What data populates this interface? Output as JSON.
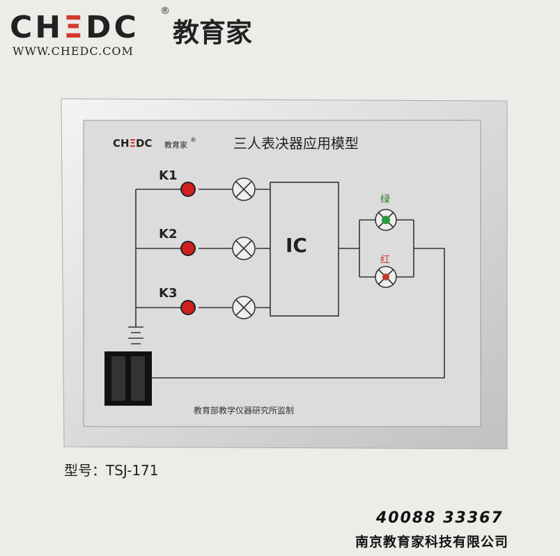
{
  "brand": {
    "logo": "CHEDC",
    "registered": "®",
    "chinese": "教育家",
    "website": "WWW.CHEDC.COM"
  },
  "board": {
    "logo": "CHEDC",
    "logo_cn": "教育家",
    "registered": "®",
    "title": "三人表决器应用模型",
    "switches": [
      "K1",
      "K2",
      "K3"
    ],
    "ic_label": "IC",
    "green_label": "绿",
    "red_label": "红",
    "footer": "教育部教学仪器研究所监制"
  },
  "colors": {
    "red_button": "#d02020",
    "green_led": "#2a9a3a",
    "red_led": "#c8382c",
    "logo_red": "#d23a2f"
  },
  "model": "型号：TSJ-171",
  "phone": "40088 33367",
  "company": "南京教育家科技有限公司"
}
